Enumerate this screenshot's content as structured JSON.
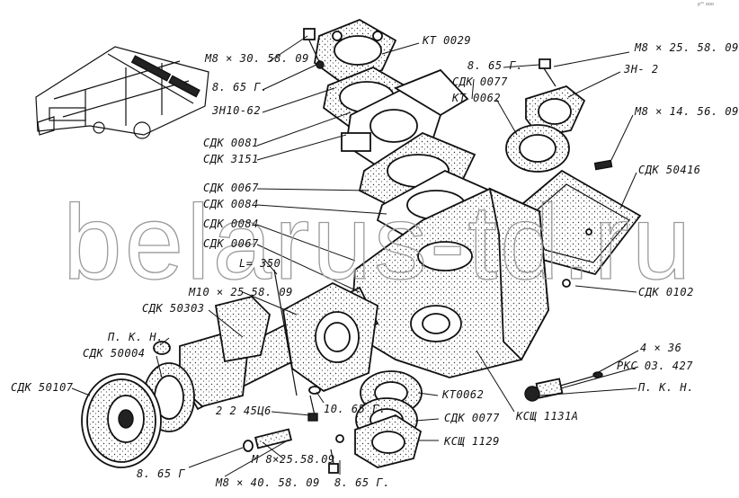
{
  "diagram": {
    "watermark": "belarus-td.ru",
    "corner_mark": "р²⁰ ооо",
    "labels": [
      {
        "key": "m8x30_top",
        "text": "М8 × 30. 58. 09"
      },
      {
        "key": "kt0029",
        "text": "КТ 0029"
      },
      {
        "key": "m8x25_top",
        "text": "М8 × 25. 58. 09"
      },
      {
        "key": "washer_865_top",
        "text": "8. 65 Г."
      },
      {
        "key": "zn2",
        "text": "ЗН- 2"
      },
      {
        "key": "sdk0077_top",
        "text": "СДК 0077"
      },
      {
        "key": "kt0062_top",
        "text": "КТ 0062"
      },
      {
        "key": "washer_865_left",
        "text": "8. 65 Г."
      },
      {
        "key": "zn1062",
        "text": "ЗН10-62"
      },
      {
        "key": "m8x14",
        "text": "М8 × 14. 56. 09"
      },
      {
        "key": "sdk0081",
        "text": "СДК 0081"
      },
      {
        "key": "sdk3151",
        "text": "СДК 3151"
      },
      {
        "key": "sdk50416",
        "text": "СДК 50416"
      },
      {
        "key": "sdk0067_a",
        "text": "СДК 0067"
      },
      {
        "key": "sdk0084_a",
        "text": "СДК 0084"
      },
      {
        "key": "sdk0084_b",
        "text": "СДК 0084"
      },
      {
        "key": "sdk0067_b",
        "text": "СДК 0067"
      },
      {
        "key": "length_350",
        "text": "L= 350"
      },
      {
        "key": "m10x25",
        "text": "М10 × 25 58. 09"
      },
      {
        "key": "sdk0102",
        "text": "СДК 0102"
      },
      {
        "key": "sdk50303",
        "text": "СДК 50303"
      },
      {
        "key": "pkn_left",
        "text": "П. К. Н."
      },
      {
        "key": "sdk50004",
        "text": "СДК 50004"
      },
      {
        "key": "pin_4x36",
        "text": "4 × 36"
      },
      {
        "key": "rks03427",
        "text": "РКС 03. 427"
      },
      {
        "key": "sdk50107",
        "text": "СДК 50107"
      },
      {
        "key": "pkn_right",
        "text": "П. К. Н."
      },
      {
        "key": "kt0062_bottom",
        "text": "КТ0062"
      },
      {
        "key": "bolt_2245",
        "text": "2 2 45Ц6"
      },
      {
        "key": "washer_1065",
        "text": "10. 65 Г."
      },
      {
        "key": "ksshch1131a",
        "text": "КСЩ 1131А"
      },
      {
        "key": "sdk0077_bottom",
        "text": "СДК 0077"
      },
      {
        "key": "ksshch1129",
        "text": "КСЩ 1129"
      },
      {
        "key": "m8x25_bottom",
        "text": "М 8×25.58.09"
      },
      {
        "key": "washer_865_bl",
        "text": "8. 65 Г"
      },
      {
        "key": "m8x40",
        "text": "М8 × 40. 58. 09"
      },
      {
        "key": "washer_865_br",
        "text": "8. 65 Г."
      }
    ]
  }
}
